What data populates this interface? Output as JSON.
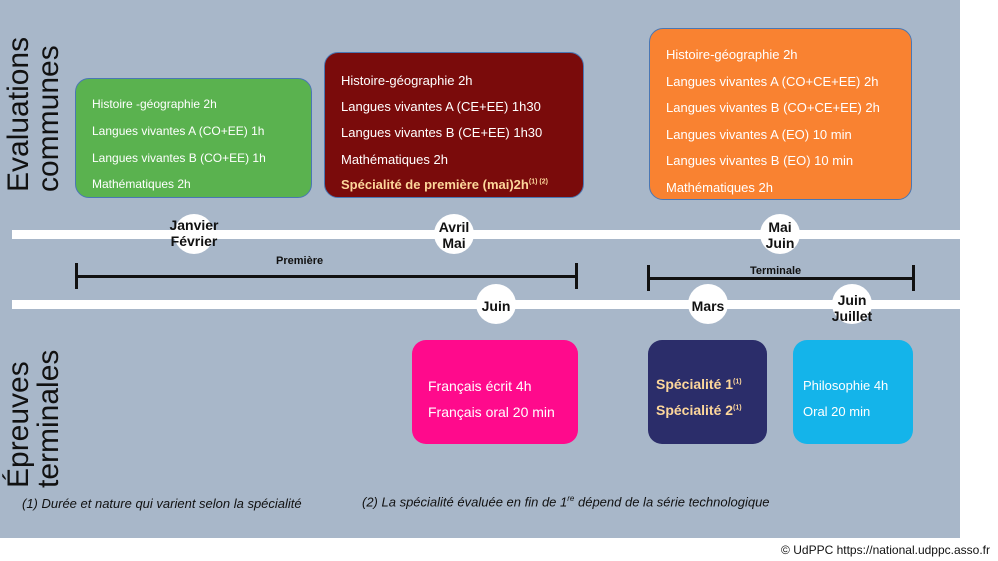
{
  "side_labels": {
    "top_line1": "Evaluations",
    "top_line2": "communes",
    "bottom_line1": "Épreuves",
    "bottom_line2": "terminales"
  },
  "boxes": {
    "green": {
      "color": "#5ab24f",
      "lines": [
        "Histoire -géographie    2h",
        "Langues vivantes A (CO+EE)       1h",
        "Langues vivantes B (CO+EE)    1h",
        "Mathématiques    2h"
      ]
    },
    "darkred": {
      "color": "#7a0b0b",
      "lines": [
        "Histoire-géographie    2h",
        "Langues vivantes A (CE+EE)    1h30",
        "Langues vivantes B (CE+EE)    1h30",
        "Mathématiques    2h"
      ],
      "highlight": "Spécialité de première (mai)2h",
      "highlight_note": "(1) (2)"
    },
    "orange": {
      "color": "#f98231",
      "lines": [
        "Histoire-géographie  2h",
        "Langues vivantes A (CO+CE+EE)    2h",
        "Langues vivantes B (CO+CE+EE)    2h",
        "Langues vivantes A (EO)    10 min",
        "Langues vivantes B (EO)    10 min",
        "Mathématiques    2h"
      ]
    },
    "pink": {
      "color": "#ff0a8c",
      "lines": [
        "Français écrit 4h",
        "Français oral 20 min"
      ]
    },
    "navy": {
      "color": "#2b2d6a",
      "lines": [
        "Spécialité 1",
        "Spécialité 2"
      ],
      "notes": [
        "(1)",
        "(1)"
      ]
    },
    "cyan": {
      "color": "#14b4ea",
      "lines": [
        "Philosophie    4h",
        "Oral    20 min"
      ]
    }
  },
  "dates": {
    "janvier": "Janvier",
    "fevrier": "Février",
    "avril": "Avril",
    "mai": "Mai",
    "mai2": "Mai",
    "juin_top": "Juin",
    "juin": "Juin",
    "mars": "Mars",
    "juin2": "Juin",
    "juillet": "Juillet"
  },
  "brackets": {
    "premiere": "Première",
    "terminale": "Terminale"
  },
  "footnotes": {
    "note1": "(1) Durée et nature qui varient selon la spécialité",
    "note2_prefix": "(2) La spécialité évaluée en fin de ",
    "note2_num": "1",
    "note2_sup": "re",
    "note2_suffix": " dépend de la série technologique"
  },
  "credit": "© UdPPC  https://national.udppc.asso.fr"
}
